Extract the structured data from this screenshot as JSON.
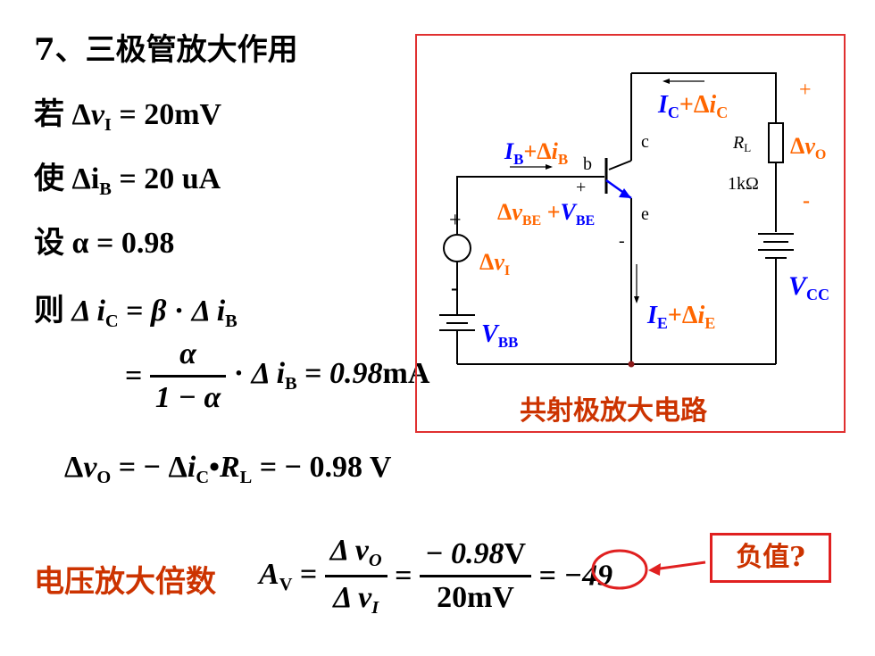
{
  "heading": "7、三极管放大作用",
  "line_ruo": {
    "prefix": "若",
    "delta": "Δ",
    "var": "v",
    "sub": "I",
    "rest": "= 20mV"
  },
  "line_shi": {
    "prefix": "使",
    "delta": "Δ",
    "var": "i",
    "sub": "B",
    "rest": "= 20 uA"
  },
  "line_she": {
    "prefix": "设",
    "text": "α = 0.98"
  },
  "line_ze": {
    "prefix": "则",
    "lhs": "Δ i",
    "lhs_sub": "C",
    "eq": " = ",
    "beta": "β",
    "dot": " · ",
    "rhs": "Δ i",
    "rhs_sub": "B"
  },
  "line_frac": {
    "eq": "=",
    "num": "α",
    "den": "1 − α",
    "dot": "·",
    "di": "Δ i",
    "di_sub": "B",
    "eq2": " = ",
    "val": "0.98",
    "unit": "mA"
  },
  "line_vo": {
    "delta": "Δ",
    "var": "v",
    "sub": "O",
    "eq": " = − Δ",
    "ic": "i",
    "ic_sub": "C",
    "bullet": "•",
    "rl": "R",
    "rl_sub": "L",
    "rest": " = − 0.98 V"
  },
  "gain": {
    "label": "电压放大倍数",
    "av": "A",
    "av_sub": "V",
    "eq": "=",
    "num1": "Δ v",
    "num1_sub": "O",
    "den1": "Δ v",
    "den1_sub": "I",
    "num2_val": "− 0.98",
    "num2_unit": "V",
    "den2": "20mV",
    "result": "−49"
  },
  "callout": "负值?",
  "circuit": {
    "caption": "共射极放大电路",
    "ic_label": {
      "I": "I",
      "I_sub": "C",
      "plus": "+Δ",
      "i": "i",
      "i_sub": "C"
    },
    "ib_label": {
      "I": "I",
      "I_sub": "B",
      "plus": "+Δ",
      "i": "i",
      "i_sub": "B"
    },
    "ie_label": {
      "I": "I",
      "I_sub": "E",
      "plus": "+Δ",
      "i": "i",
      "i_sub": "E"
    },
    "vbe_label": {
      "delta": "Δ",
      "v": "v",
      "v_sub": "BE",
      "plus": " +",
      "V": "V",
      "V_sub": "BE"
    },
    "vi_label": {
      "delta": "Δ",
      "v": "v",
      "sub": "I"
    },
    "vo_label": {
      "delta": "Δ",
      "v": "v",
      "sub": "O"
    },
    "vcc_label": {
      "V": "V",
      "sub": "CC"
    },
    "vbb_label": {
      "V": "V",
      "sub": "BB"
    },
    "rl_label": {
      "R": "R",
      "sub": "L"
    },
    "rl_value": "1kΩ",
    "pin_b": "b",
    "pin_c": "c",
    "pin_e": "e",
    "plus": "+",
    "minus": "-"
  },
  "colors": {
    "accent_red": "#cc3300",
    "orange": "#ff6600",
    "blue": "#0000ff",
    "box_border": "#e03030"
  }
}
